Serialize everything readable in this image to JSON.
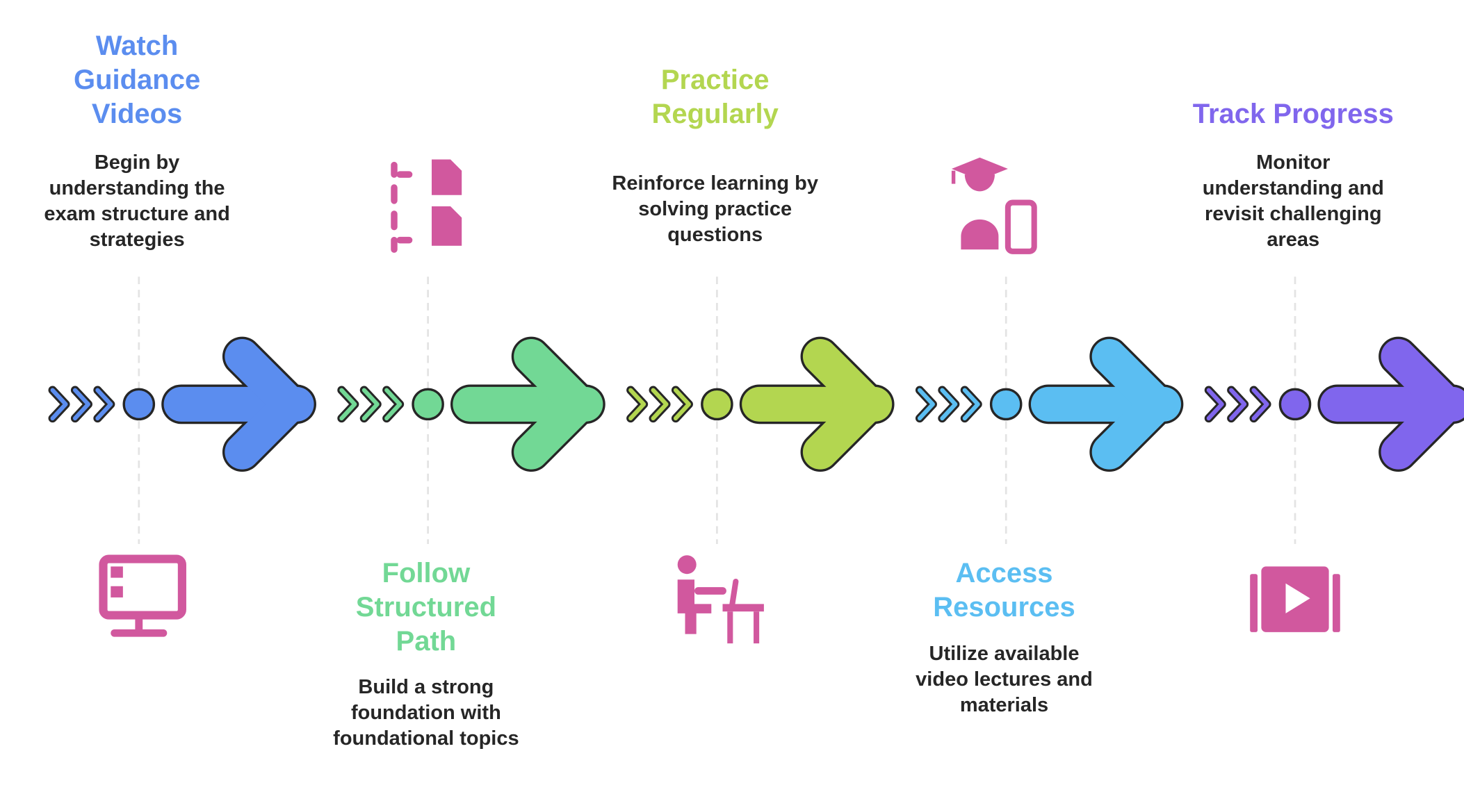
{
  "steps": [
    {
      "title": "Watch Guidance Videos",
      "title_lines": [
        "Watch",
        "Guidance",
        "Videos"
      ],
      "description_lines": [
        "Begin by",
        "understanding the",
        "exam structure and",
        "strategies"
      ],
      "color": "#5b8def",
      "icon": "monitor-checklist-icon",
      "text_side": "top"
    },
    {
      "title": "Follow Structured Path",
      "title_lines": [
        "Follow",
        "Structured",
        "Path"
      ],
      "description_lines": [
        "Build a strong",
        "foundation with",
        "foundational topics"
      ],
      "color": "#72d895",
      "icon": "document-flow-icon",
      "text_side": "bottom"
    },
    {
      "title": "Practice Regularly",
      "title_lines": [
        "Practice",
        "Regularly"
      ],
      "description_lines": [
        "Reinforce learning by",
        "solving practice",
        "questions"
      ],
      "color": "#b3d650",
      "icon": "student-at-desk-icon",
      "text_side": "top"
    },
    {
      "title": "Access Resources",
      "title_lines": [
        "Access",
        "Resources"
      ],
      "description_lines": [
        "Utilize available",
        "video lectures and",
        "materials"
      ],
      "color": "#5bbef2",
      "icon": "graduate-with-phone-icon",
      "text_side": "bottom"
    },
    {
      "title": "Track Progress",
      "title_lines": [
        "Track Progress"
      ],
      "description_lines": [
        "Monitor",
        "understanding and",
        "revisit challenging",
        "areas"
      ],
      "color": "#8066ed",
      "icon": "video-play-icon",
      "text_side": "top"
    }
  ],
  "icon_color": "#d1589e",
  "outline_color": "#262626",
  "text_color": "#262626"
}
